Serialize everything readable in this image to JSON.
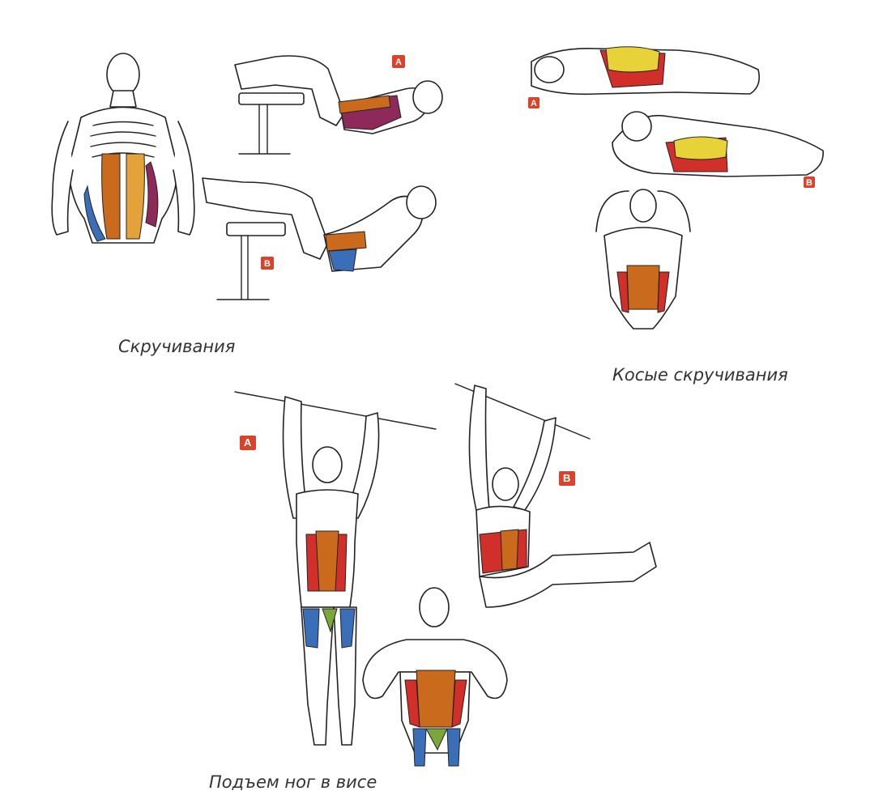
{
  "captions": {
    "crunches": "Скручивания",
    "oblique_crunches": "Косые скручивания",
    "hanging_leg_raise": "Подъем ног в висе"
  },
  "badges": {
    "a": "A",
    "b": "B"
  },
  "colors": {
    "badge": "#d9432a",
    "rectus": "#c96a1c",
    "rectus_light": "#e3a23a",
    "oblique_red": "#d02f2a",
    "oblique_purple": "#8e2a5a",
    "yellow": "#e8d23a",
    "blue": "#3a6fb8",
    "green": "#7aa63a"
  }
}
